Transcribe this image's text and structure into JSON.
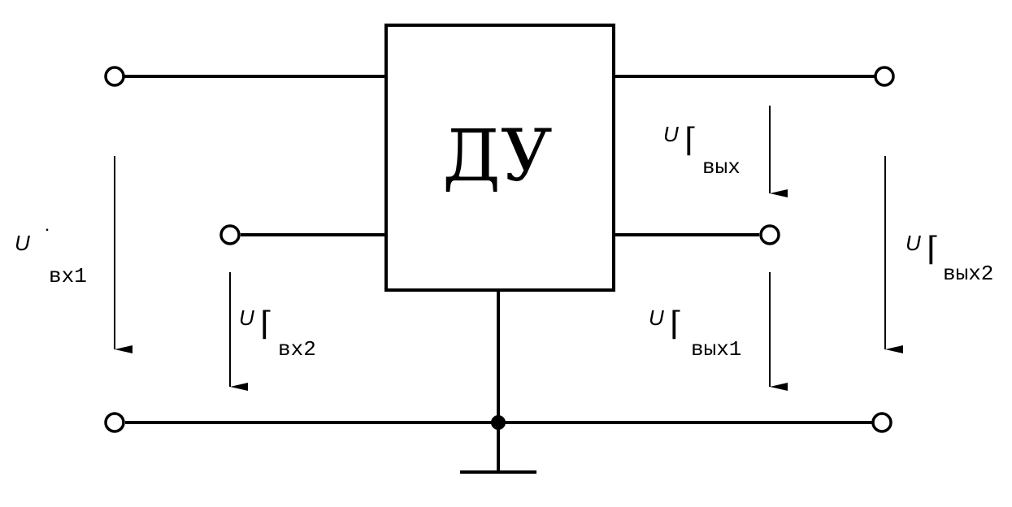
{
  "block": {
    "label": "ДУ"
  },
  "labels": {
    "u_in1": {
      "symbol": "U",
      "mark": "˙",
      "subscript": "вх1"
    },
    "u_in2": {
      "symbol": "U",
      "mark": "⌈",
      "subscript": "вх2"
    },
    "u_out": {
      "symbol": "U",
      "mark": "⌈",
      "subscript": "вых"
    },
    "u_out1": {
      "symbol": "U",
      "mark": "⌈",
      "subscript": "вых1"
    },
    "u_out2": {
      "symbol": "U",
      "mark": "⌈",
      "subscript": "вых2"
    }
  },
  "colors": {
    "line": "#000000",
    "background": "#ffffff"
  }
}
